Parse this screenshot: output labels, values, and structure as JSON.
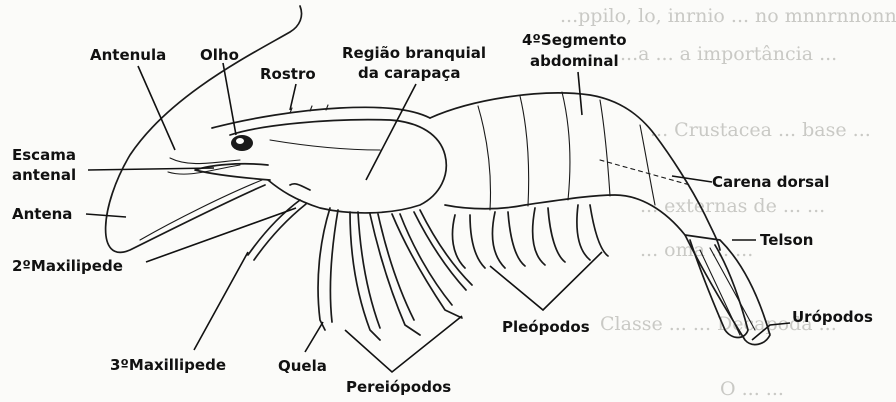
{
  "background_text": [
    "...ppilo, lo, inrnio ... no mnnrnnonn ...",
    "...a ... a importância ...",
    "... Crustacea ... base ...",
    "... externas de ... ...",
    "... oma ... ...",
    "Classe ... ... Decapoda ...",
    "O ... ..."
  ],
  "labels": {
    "antenula": "Antenula",
    "olho": "Olho",
    "rostro": "Rostro",
    "regiao_line1": "Região branquial",
    "regiao_line2": "da carapaça",
    "segmento_line1": "4ºSegmento",
    "segmento_line2": "abdominal",
    "escama_line1": "Escama",
    "escama_line2": "antenal",
    "antena": "Antena",
    "maxilipede2": "2ºMaxilipede",
    "maxilipede3": "3ºMaxillipede",
    "quela": "Quela",
    "pereiopodos": "Pereiópodos",
    "pleopodos": "Pleópodos",
    "carena_dorsal": "Carena dorsal",
    "telson": "Telson",
    "uropodos": "Urópodos"
  }
}
